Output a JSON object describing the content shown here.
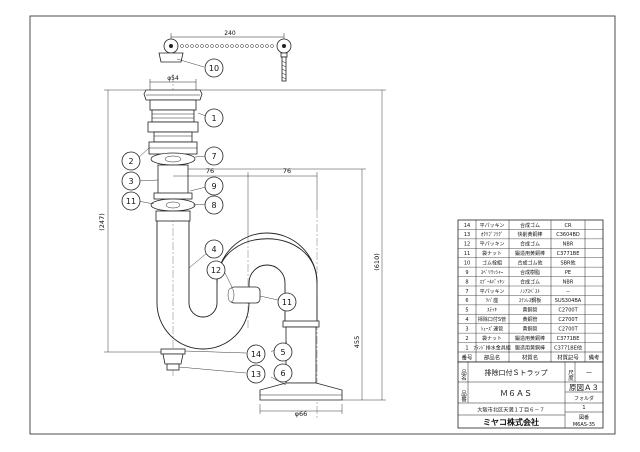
{
  "dimensions": {
    "top_width": "240",
    "cap_diameter": "φ54",
    "left_height": "(247)",
    "right_height": "(610)",
    "offset_left": "76",
    "offset_right": "76",
    "foot_height": "455",
    "base_diameter": "φ66"
  },
  "callouts": [
    {
      "no": "10"
    },
    {
      "no": "1"
    },
    {
      "no": "2"
    },
    {
      "no": "7"
    },
    {
      "no": "3"
    },
    {
      "no": "9"
    },
    {
      "no": "11"
    },
    {
      "no": "8"
    },
    {
      "no": "4"
    },
    {
      "no": "12"
    },
    {
      "no": "11"
    },
    {
      "no": "14"
    },
    {
      "no": "5"
    },
    {
      "no": "13"
    },
    {
      "no": "6"
    }
  ],
  "parts_table": {
    "rows": [
      {
        "no": "14",
        "name": "平パッキン",
        "material": "合成ゴム",
        "code": "CR",
        "note": ""
      },
      {
        "no": "13",
        "name": "ｵｸﾘﾌﾞﾌﾗｸﾞ",
        "material": "快削黄銅棒",
        "code": "C3604BD",
        "note": ""
      },
      {
        "no": "12",
        "name": "平パッキン",
        "material": "合成ゴム",
        "code": "NBR",
        "note": ""
      },
      {
        "no": "11",
        "name": "袋ナット",
        "material": "鍛造用黄銅棒",
        "code": "C3771BE",
        "note": ""
      },
      {
        "no": "10",
        "name": "ゴム栓組",
        "material": "合成ゴム他",
        "code": "SBR他",
        "note": ""
      },
      {
        "no": "9",
        "name": "ｽﾍﾞﾘﾜｯｼｬｰ",
        "material": "合成樹脂",
        "code": "PE",
        "note": ""
      },
      {
        "no": "8",
        "name": "ｽﾌﾞｰﾙﾊﾟｯｷﾝ",
        "material": "合成ゴム",
        "code": "NBR",
        "note": ""
      },
      {
        "no": "7",
        "name": "平パッキン",
        "material": "ﾉﾝｱｽﾍﾞｽﾄ",
        "code": "－",
        "note": ""
      },
      {
        "no": "6",
        "name": "ﾂﾊﾞ座",
        "material": "ｽﾃﾝﾚｽ鋼板",
        "code": "SUS304BA",
        "note": ""
      },
      {
        "no": "5",
        "name": "ｽﾃｯｷ",
        "material": "黄銅管",
        "code": "C2700T",
        "note": ""
      },
      {
        "no": "4",
        "name": "掃除口付S管",
        "material": "黄銅管",
        "code": "C2700T",
        "note": ""
      },
      {
        "no": "3",
        "name": "ｼｭｰｽﾞ連管",
        "material": "黄銅管",
        "code": "C2700T",
        "note": ""
      },
      {
        "no": "2",
        "name": "袋ナット",
        "material": "鍛造用黄銅棒",
        "code": "C3771BE",
        "note": ""
      },
      {
        "no": "1",
        "name": "ﾌﾗﾝｼﾞ排水金具組",
        "material": "鍛造用黄銅棒",
        "code": "C3771BE他",
        "note": ""
      }
    ],
    "header": {
      "no": "番号",
      "name": "部品名",
      "material": "材質名",
      "code": "材質記号",
      "note": "備考"
    }
  },
  "title_block": {
    "name_label": "品名",
    "product_name": "排除口付Ｓトラップ",
    "scale_label": "尺度",
    "scale_value": "－",
    "model_label": "品番",
    "model_number": "Ｍ６ＡＳ",
    "paper_size": "原図Ａ３",
    "address": "大阪市北区天満１丁目６－７",
    "folder_label": "フォルダ",
    "folder_value": "1",
    "company": "ミヤコ株式会社",
    "drawing_label": "図番",
    "drawing_no": "M6AS-35"
  }
}
